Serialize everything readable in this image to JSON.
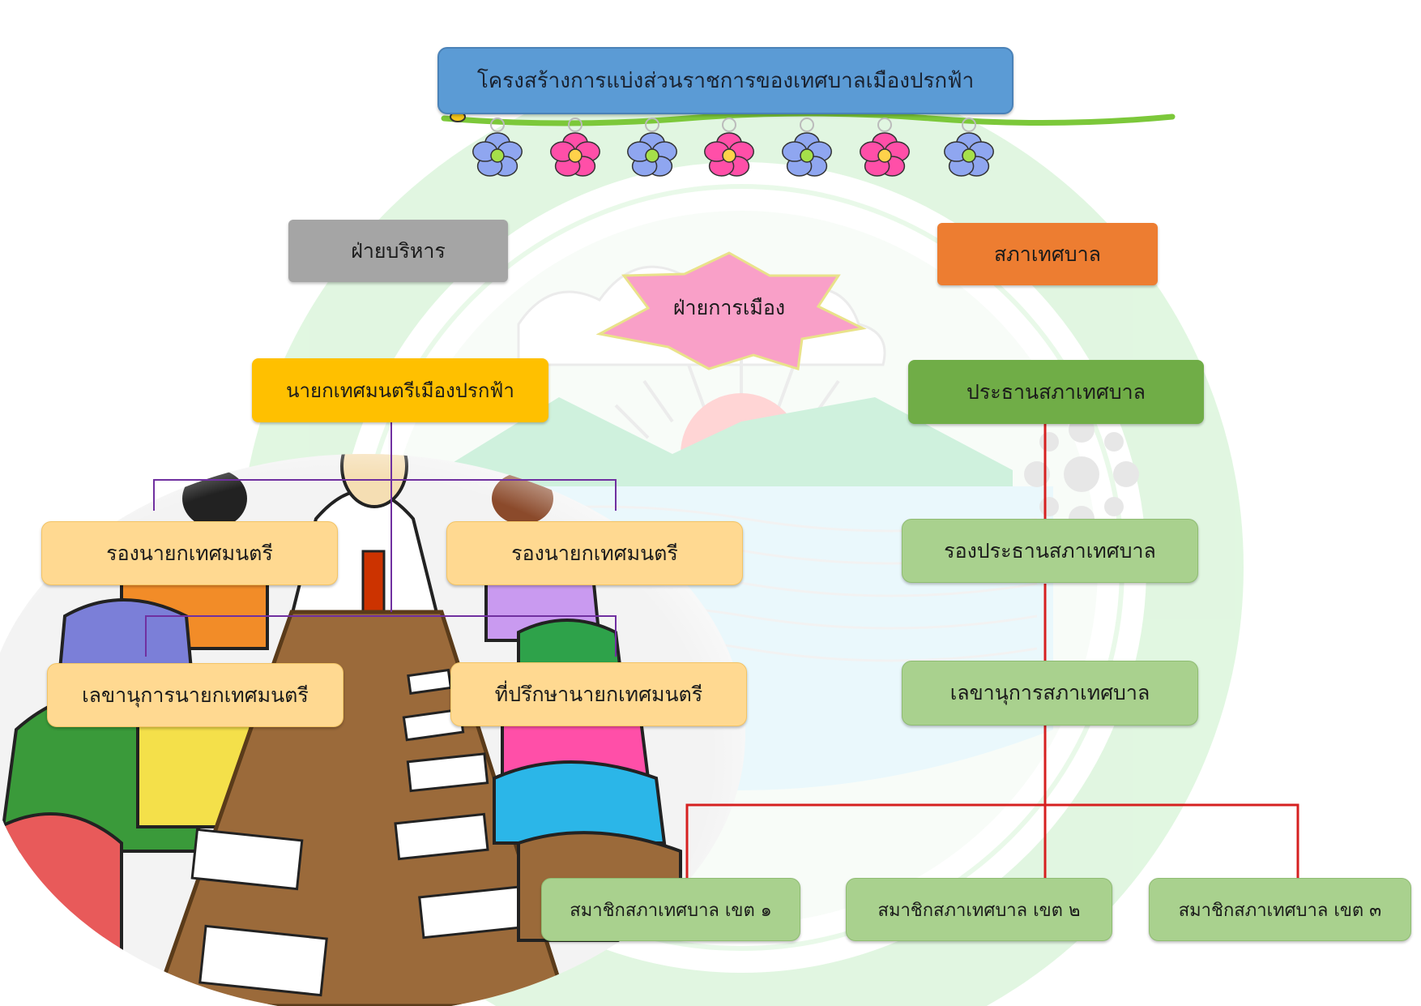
{
  "title": "โครงสร้างการแบ่งส่วนราชการของเทศบาลเมืองปรกฟ้า",
  "executive": {
    "label": "ฝ่ายบริหาร",
    "mayor": "นายกเทศมนตรีเมืองปรกฟ้า",
    "deputy_left": "รองนายกเทศมนตรี",
    "deputy_right": "รองนายกเทศมนตรี",
    "secretary": "เลขานุการนายกเทศมนตรี",
    "advisor": "ที่ปรึกษานายกเทศมนตรี"
  },
  "political": {
    "label": "ฝ่ายการเมือง"
  },
  "council": {
    "label": "สภาเทศบาล",
    "chair": "ประธานสภาเทศบาล",
    "vice_chair": "รองประธานสภาเทศบาล",
    "secretary": "เลขานุการสภาเทศบาล",
    "members": [
      "สมาชิกสภาเทศบาล เขต ๑",
      "สมาชิกสภาเทศบาล เขต ๒",
      "สมาชิกสภาเทศบาล เขต ๓"
    ]
  },
  "colors": {
    "title": "#5b9bd5",
    "executive": "#a5a5a5",
    "council": "#ed7d31",
    "mayor": "#ffc000",
    "chair": "#70ad47",
    "executive_staff": "#ffd991",
    "council_staff": "#a9d18e",
    "political_star": "#f9a0c8",
    "council_connector": "#d62020",
    "executive_connector": "#7030a0"
  }
}
